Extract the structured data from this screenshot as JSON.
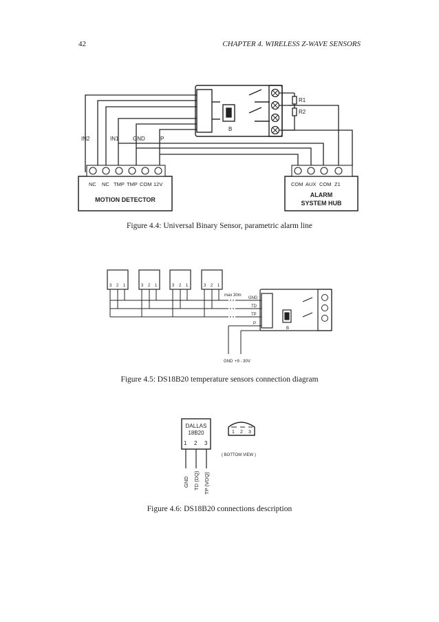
{
  "header": {
    "page_number": "42",
    "chapter_title": "CHAPTER 4.  WIRELESS Z-WAVE SENSORS"
  },
  "figure_4_4": {
    "caption": "Figure 4.4: Universal Binary Sensor, parametric alarm line",
    "module_label": "B",
    "resistor_labels": [
      "R1",
      "R2"
    ],
    "line_labels": [
      "IN2",
      "IN1",
      "GND",
      "P"
    ],
    "motion_detector": {
      "terminals": [
        "NC",
        "NC",
        "TMP",
        "TMP",
        "COM",
        "12V"
      ],
      "name": "MOTION DETECTOR"
    },
    "alarm_hub": {
      "terminals": [
        "COM",
        "AUX",
        "COM",
        "Z1"
      ],
      "name_line1": "ALARM",
      "name_line2": "SYSTEM HUB"
    }
  },
  "figure_4_5": {
    "caption": "Figure 4.5: DS18B20 temperature sensors connection diagram",
    "sensor_pins": [
      "3",
      "2",
      "1"
    ],
    "max_length": "max 30m",
    "bus_labels": [
      "GND",
      "TD",
      "TP",
      "P"
    ],
    "module_label": "B",
    "supply_labels": [
      "GND",
      "+9 - 30V"
    ]
  },
  "figure_4_6": {
    "caption": "Figure 4.6: DS18B20 connections description",
    "chip_name_line1": "DALLAS",
    "chip_name_line2": "18B20",
    "chip_pins": [
      "1",
      "2",
      "3"
    ],
    "bottom_pins": [
      "1",
      "2",
      "3"
    ],
    "bottom_view_label": "( BOTTOM VIEW )",
    "pin_functions": [
      "GND",
      "TD (DQ)",
      "TP (VDQ)"
    ]
  }
}
